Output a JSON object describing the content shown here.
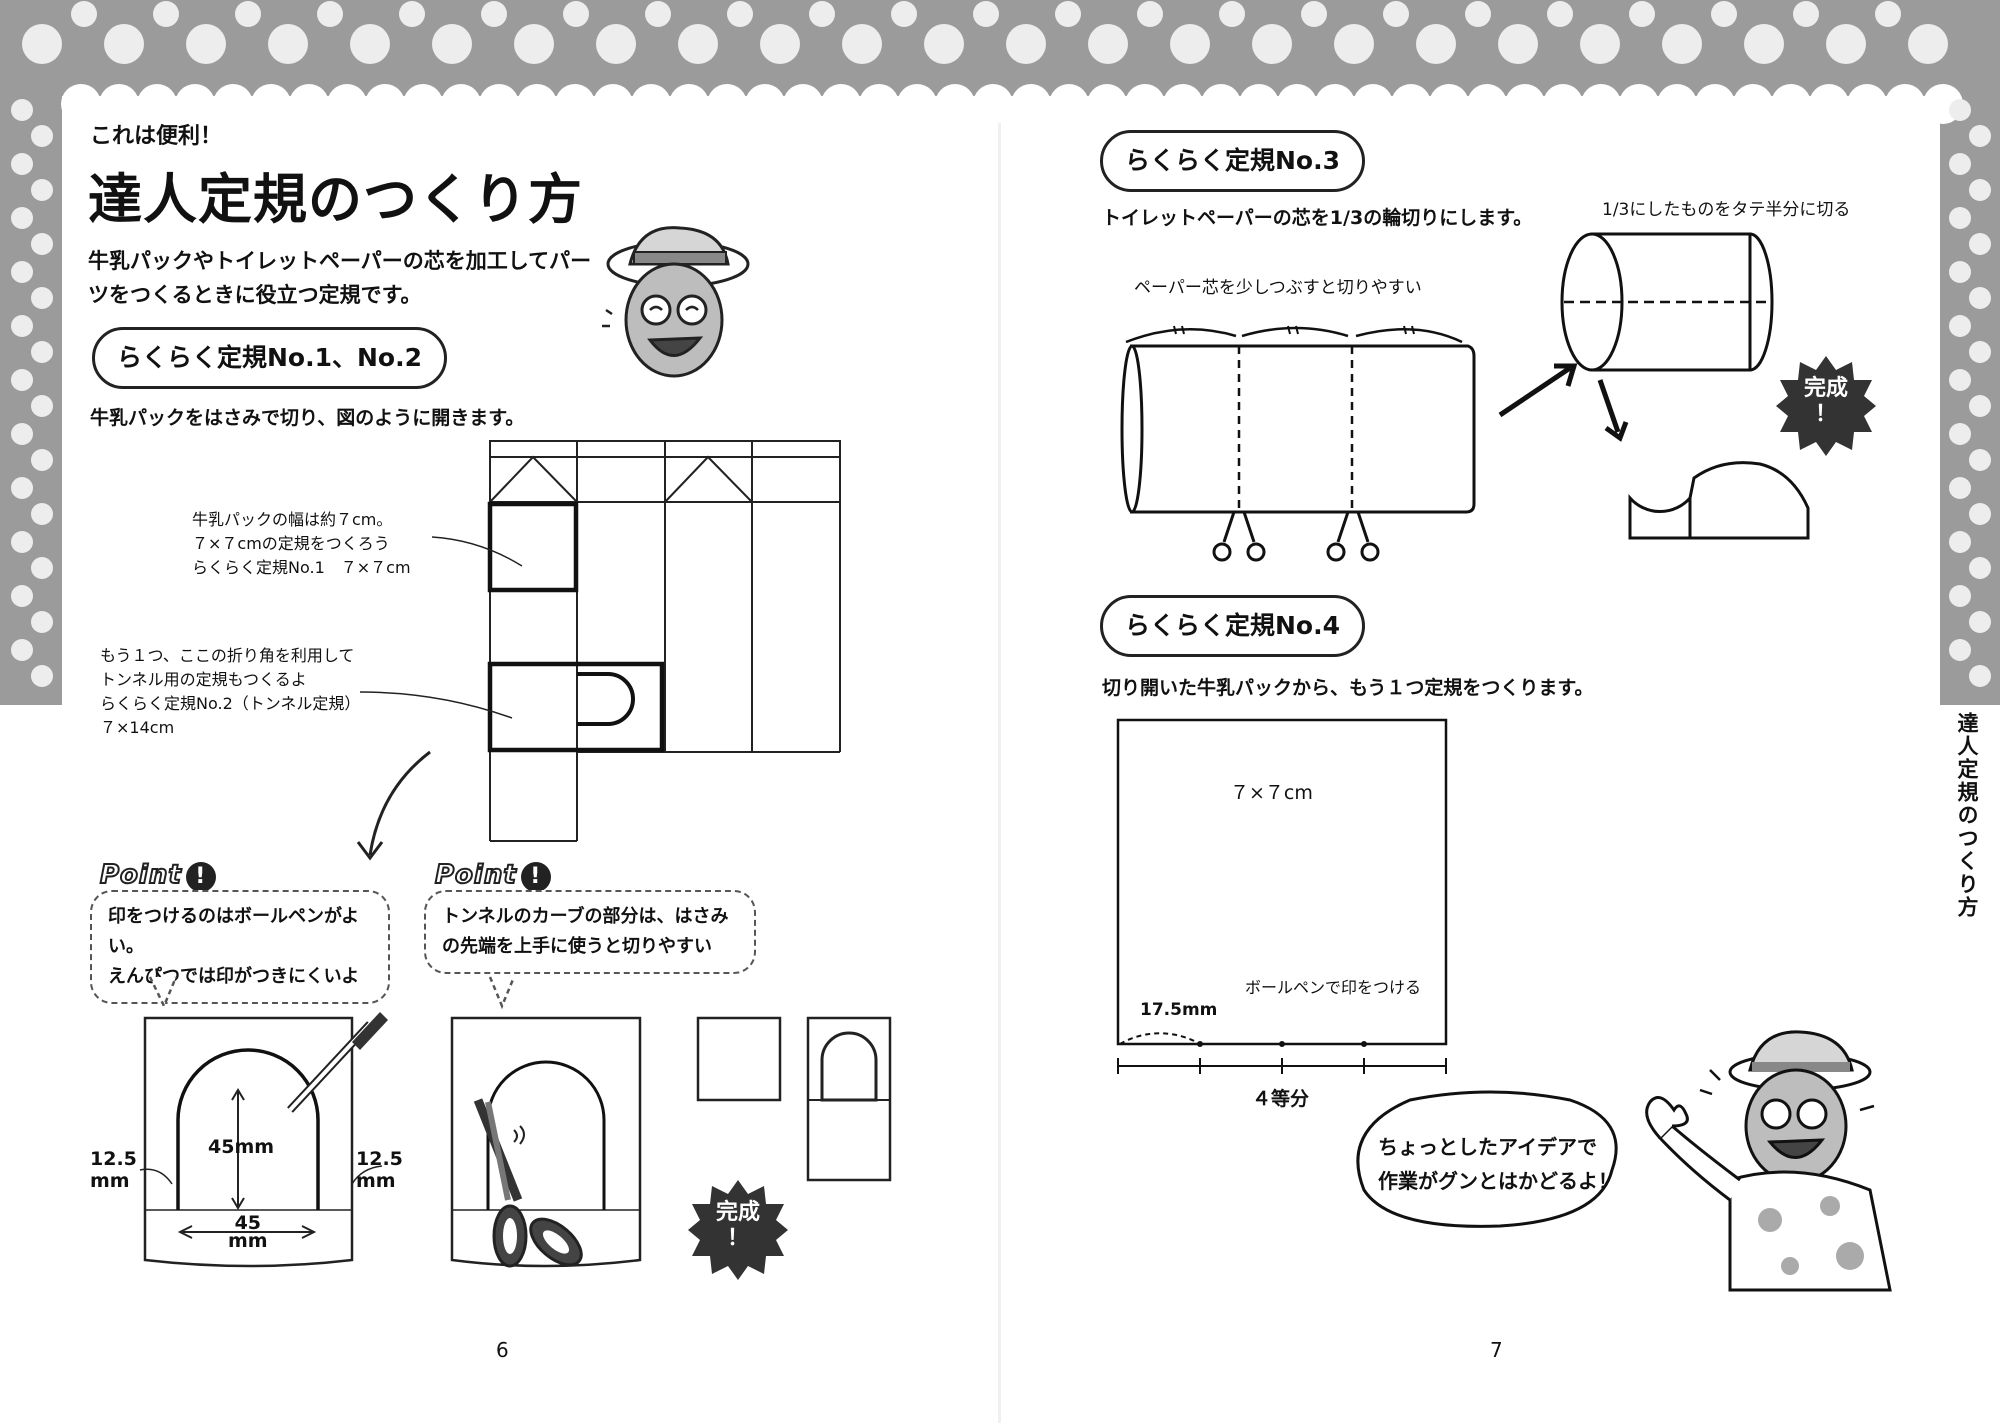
{
  "left_page": {
    "pretitle": "これは便利！",
    "title": "達人定規のつくり方",
    "intro": "牛乳パックやトイレットペーパーの芯を加工してパーツをつくるときに役立つ定規です。",
    "section1": {
      "heading": "らくらく定規No.1、No.2",
      "instruction": "牛乳パックをはさみで切り、図のように開きます。",
      "note1": "牛乳パックの幅は約７cm。\n７×７cmの定規をつくろう\nらくらく定規No.1　７×７cm",
      "note2": "もう１つ、ここの折り角を利用して\nトンネル用の定規もつくるよ\nらくらく定規No.2（トンネル定規）\n７×14cm"
    },
    "point_label": "Point",
    "point1": "印をつけるのはボールペンがよい。\nえんぴつでは印がつきにくいよ",
    "point2": "トンネルのカーブの部分は、はさみ\nの先端を上手に使うと切りやすい",
    "dim_45_height": "45mm",
    "dim_45_width": "45\nmm",
    "dim_125_left": "12.5\nmm",
    "dim_125_right": "12.5\nmm",
    "done_label": "完成\n！",
    "page_number": "6"
  },
  "right_page": {
    "section3": {
      "heading": "らくらく定規No.3",
      "instruction": "トイレットペーパーの芯を1/3の輪切りにします。",
      "tip": "ペーパー芯を少しつぶすと切りやすい",
      "split_tip": "1/3にしたものをタテ半分に切る"
    },
    "section4": {
      "heading": "らくらく定規No.4",
      "instruction": "切り開いた牛乳パックから、もう１つ定規をつくります。",
      "size_label": "７×７cm",
      "pen_label": "ボールペンで印をつける",
      "radius_label": "17.5mm",
      "quarters_label": "４等分"
    },
    "character_speech": "ちょっとしたアイデアで\n作業がグンとはかどるよ！",
    "done_label": "完成\n！",
    "vertical_title": "達人定規のつくり方",
    "page_number": "7"
  },
  "colors": {
    "band": "#9b9b9b",
    "dots": "#ededed",
    "ink": "#111111"
  }
}
